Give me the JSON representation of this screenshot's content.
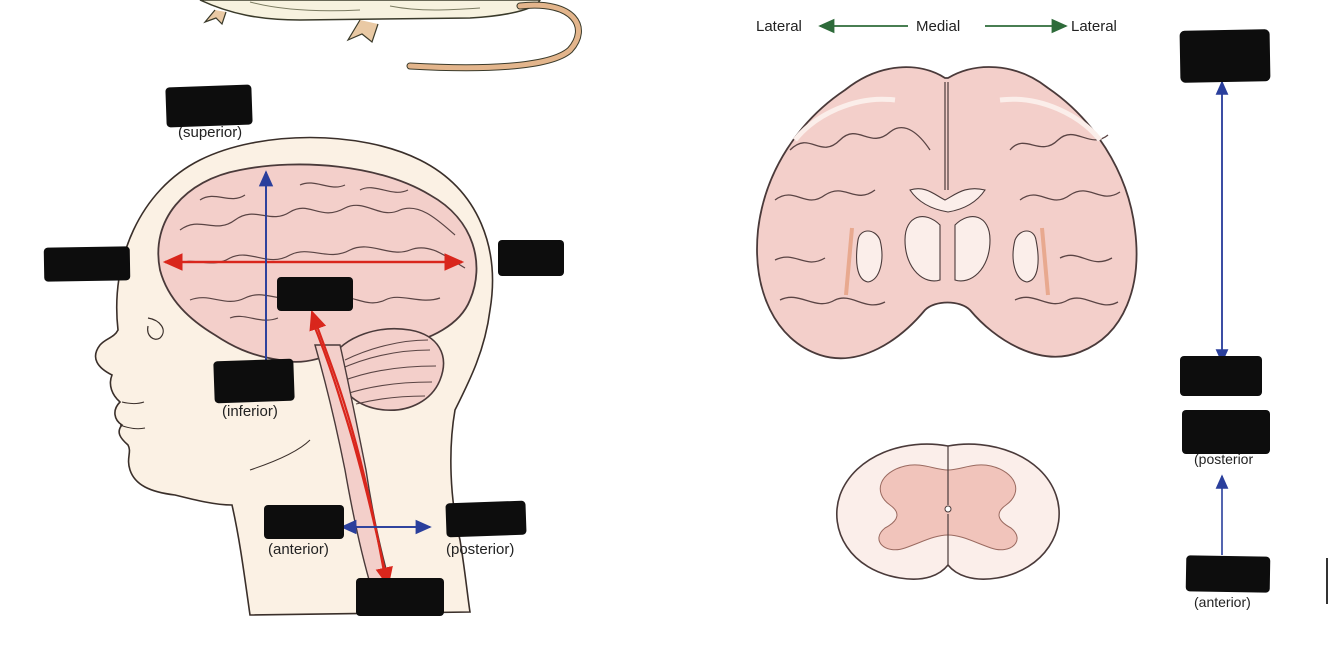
{
  "colors": {
    "brain_fill": "#f3cfca",
    "brain_outline": "#4a3a3a",
    "skin_fill": "#fbf1e4",
    "cord_fill": "#f1d3cb",
    "axis_red": "#d9261c",
    "axis_blue": "#2a3f9c",
    "axis_green": "#2e6b3a",
    "redaction": "#0d0d0d"
  },
  "head_figure": {
    "dorsal_sub": "(superior)",
    "ventral_sub": "(inferior)",
    "anterior_sub": "(anterior)",
    "posterior_sub": "(posterior)"
  },
  "coronal_section": {
    "left_label": "Lateral",
    "center_label": "Medial",
    "right_label": "Lateral"
  },
  "spinal_axis": {
    "dorsal_sub": "(posterior",
    "ventral_sub": "(anterior)"
  },
  "redacted_boxes": [
    {
      "covers": "dorsal-superior label",
      "icon": "black-marker-redaction"
    },
    {
      "covers": "rostral label",
      "icon": "black-marker-redaction"
    },
    {
      "covers": "caudal label",
      "icon": "black-marker-redaction"
    },
    {
      "covers": "rostral brainstem label",
      "icon": "black-marker-redaction"
    },
    {
      "covers": "ventral-inferior label",
      "icon": "black-marker-redaction"
    },
    {
      "covers": "ventral-anterior label",
      "icon": "black-marker-redaction"
    },
    {
      "covers": "dorsal-posterior label",
      "icon": "black-marker-redaction"
    },
    {
      "covers": "caudal spinal label",
      "icon": "black-marker-redaction"
    },
    {
      "covers": "dorsal label right axis",
      "icon": "black-marker-redaction"
    },
    {
      "covers": "ventral label right axis",
      "icon": "black-marker-redaction"
    },
    {
      "covers": "dorsal spinal label",
      "icon": "black-marker-redaction"
    },
    {
      "covers": "ventral spinal label",
      "icon": "black-marker-redaction"
    }
  ]
}
